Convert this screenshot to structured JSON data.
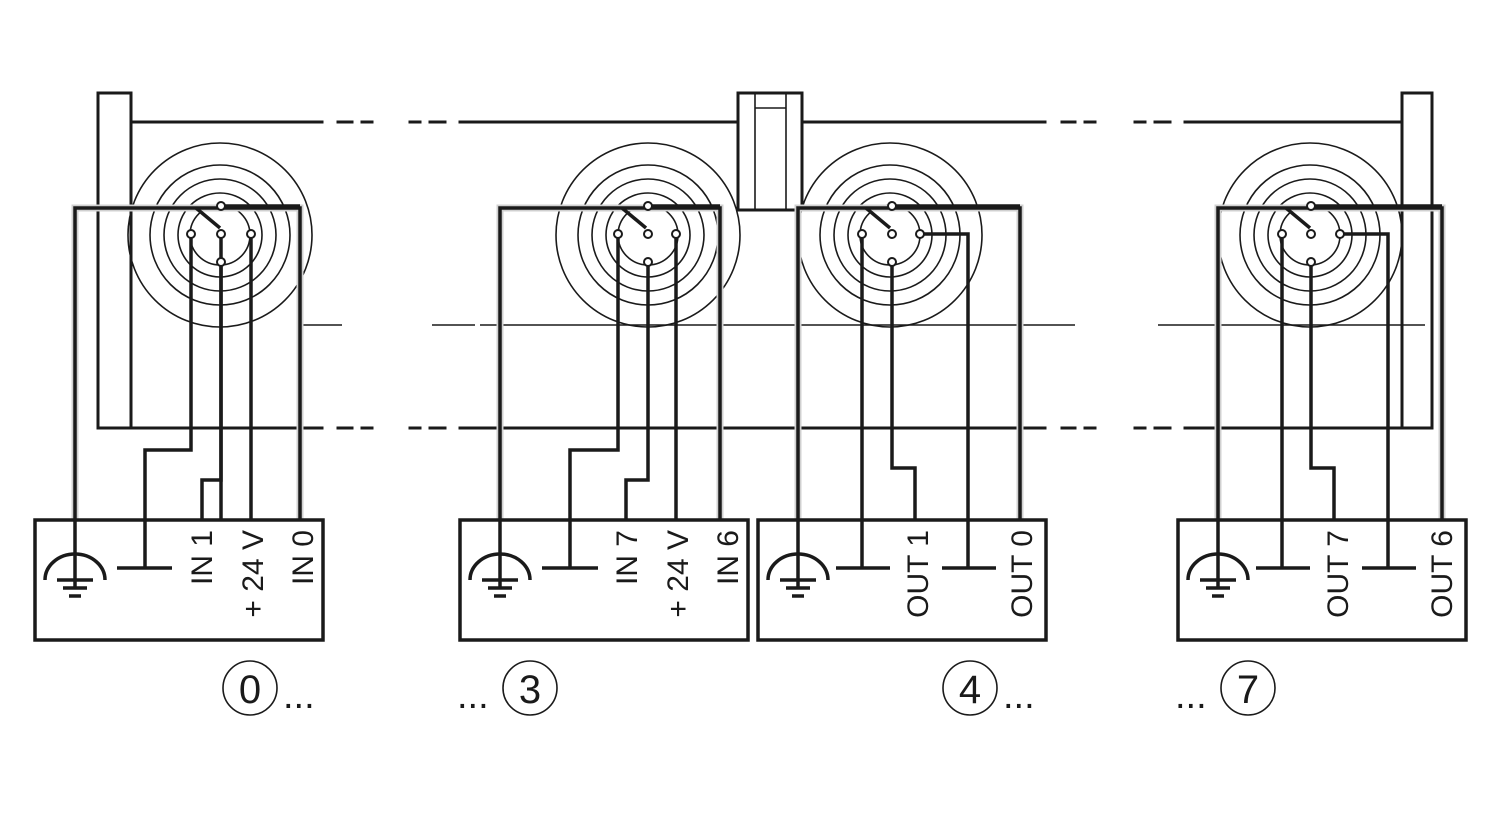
{
  "modules": [
    {
      "id": "m0",
      "terminal_labels": [
        "IN 1",
        "+ 24 V",
        "IN 0"
      ],
      "number": "0",
      "dots": "..."
    },
    {
      "id": "m3",
      "terminal_labels": [
        "IN 7",
        "+ 24 V",
        "IN 6"
      ],
      "number": "3",
      "dots": "..."
    },
    {
      "id": "m4",
      "terminal_labels": [
        "OUT 1",
        "OUT 0"
      ],
      "number": "4",
      "dots": "..."
    },
    {
      "id": "m7",
      "terminal_labels": [
        "OUT 7",
        "OUT 6"
      ],
      "number": "7",
      "dots": "..."
    }
  ]
}
